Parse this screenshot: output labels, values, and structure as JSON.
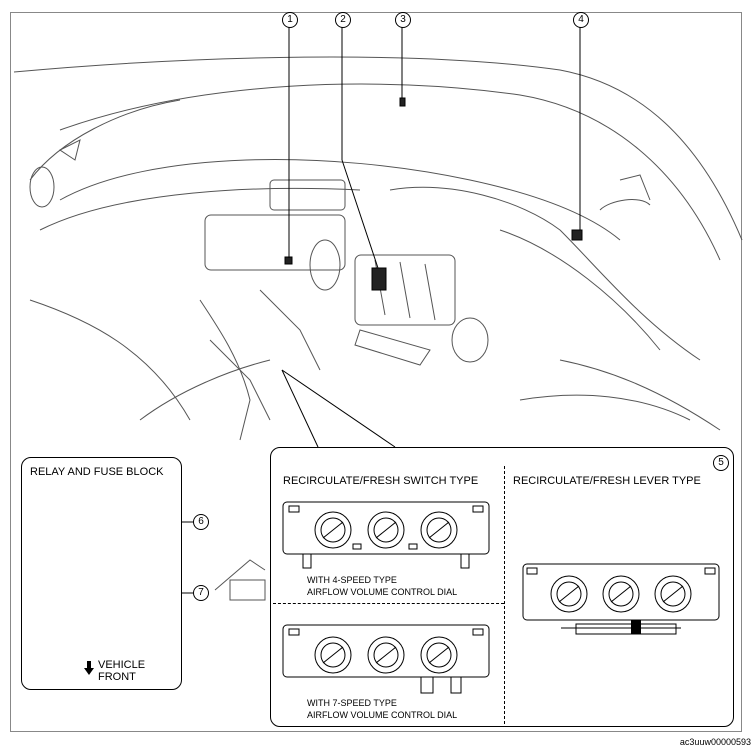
{
  "callouts": [
    "1",
    "2",
    "3",
    "4",
    "5",
    "6",
    "7"
  ],
  "fuse_block": {
    "title": "RELAY AND FUSE BLOCK",
    "vehicle_front_line1": "VEHICLE",
    "vehicle_front_line2": "FRONT",
    "arrow_icon": "arrow-down-icon"
  },
  "panel": {
    "switch_type_title": "RECIRCULATE/FRESH SWITCH TYPE",
    "lever_type_title": "RECIRCULATE/FRESH LEVER TYPE",
    "four_speed_line1": "WITH 4-SPEED TYPE",
    "four_speed_line2": "AIRFLOW VOLUME CONTROL DIAL",
    "seven_speed_line1": "WITH 7-SPEED TYPE",
    "seven_speed_line2": "AIRFLOW VOLUME CONTROL DIAL"
  },
  "footer_code": "ac3uuw00000593"
}
